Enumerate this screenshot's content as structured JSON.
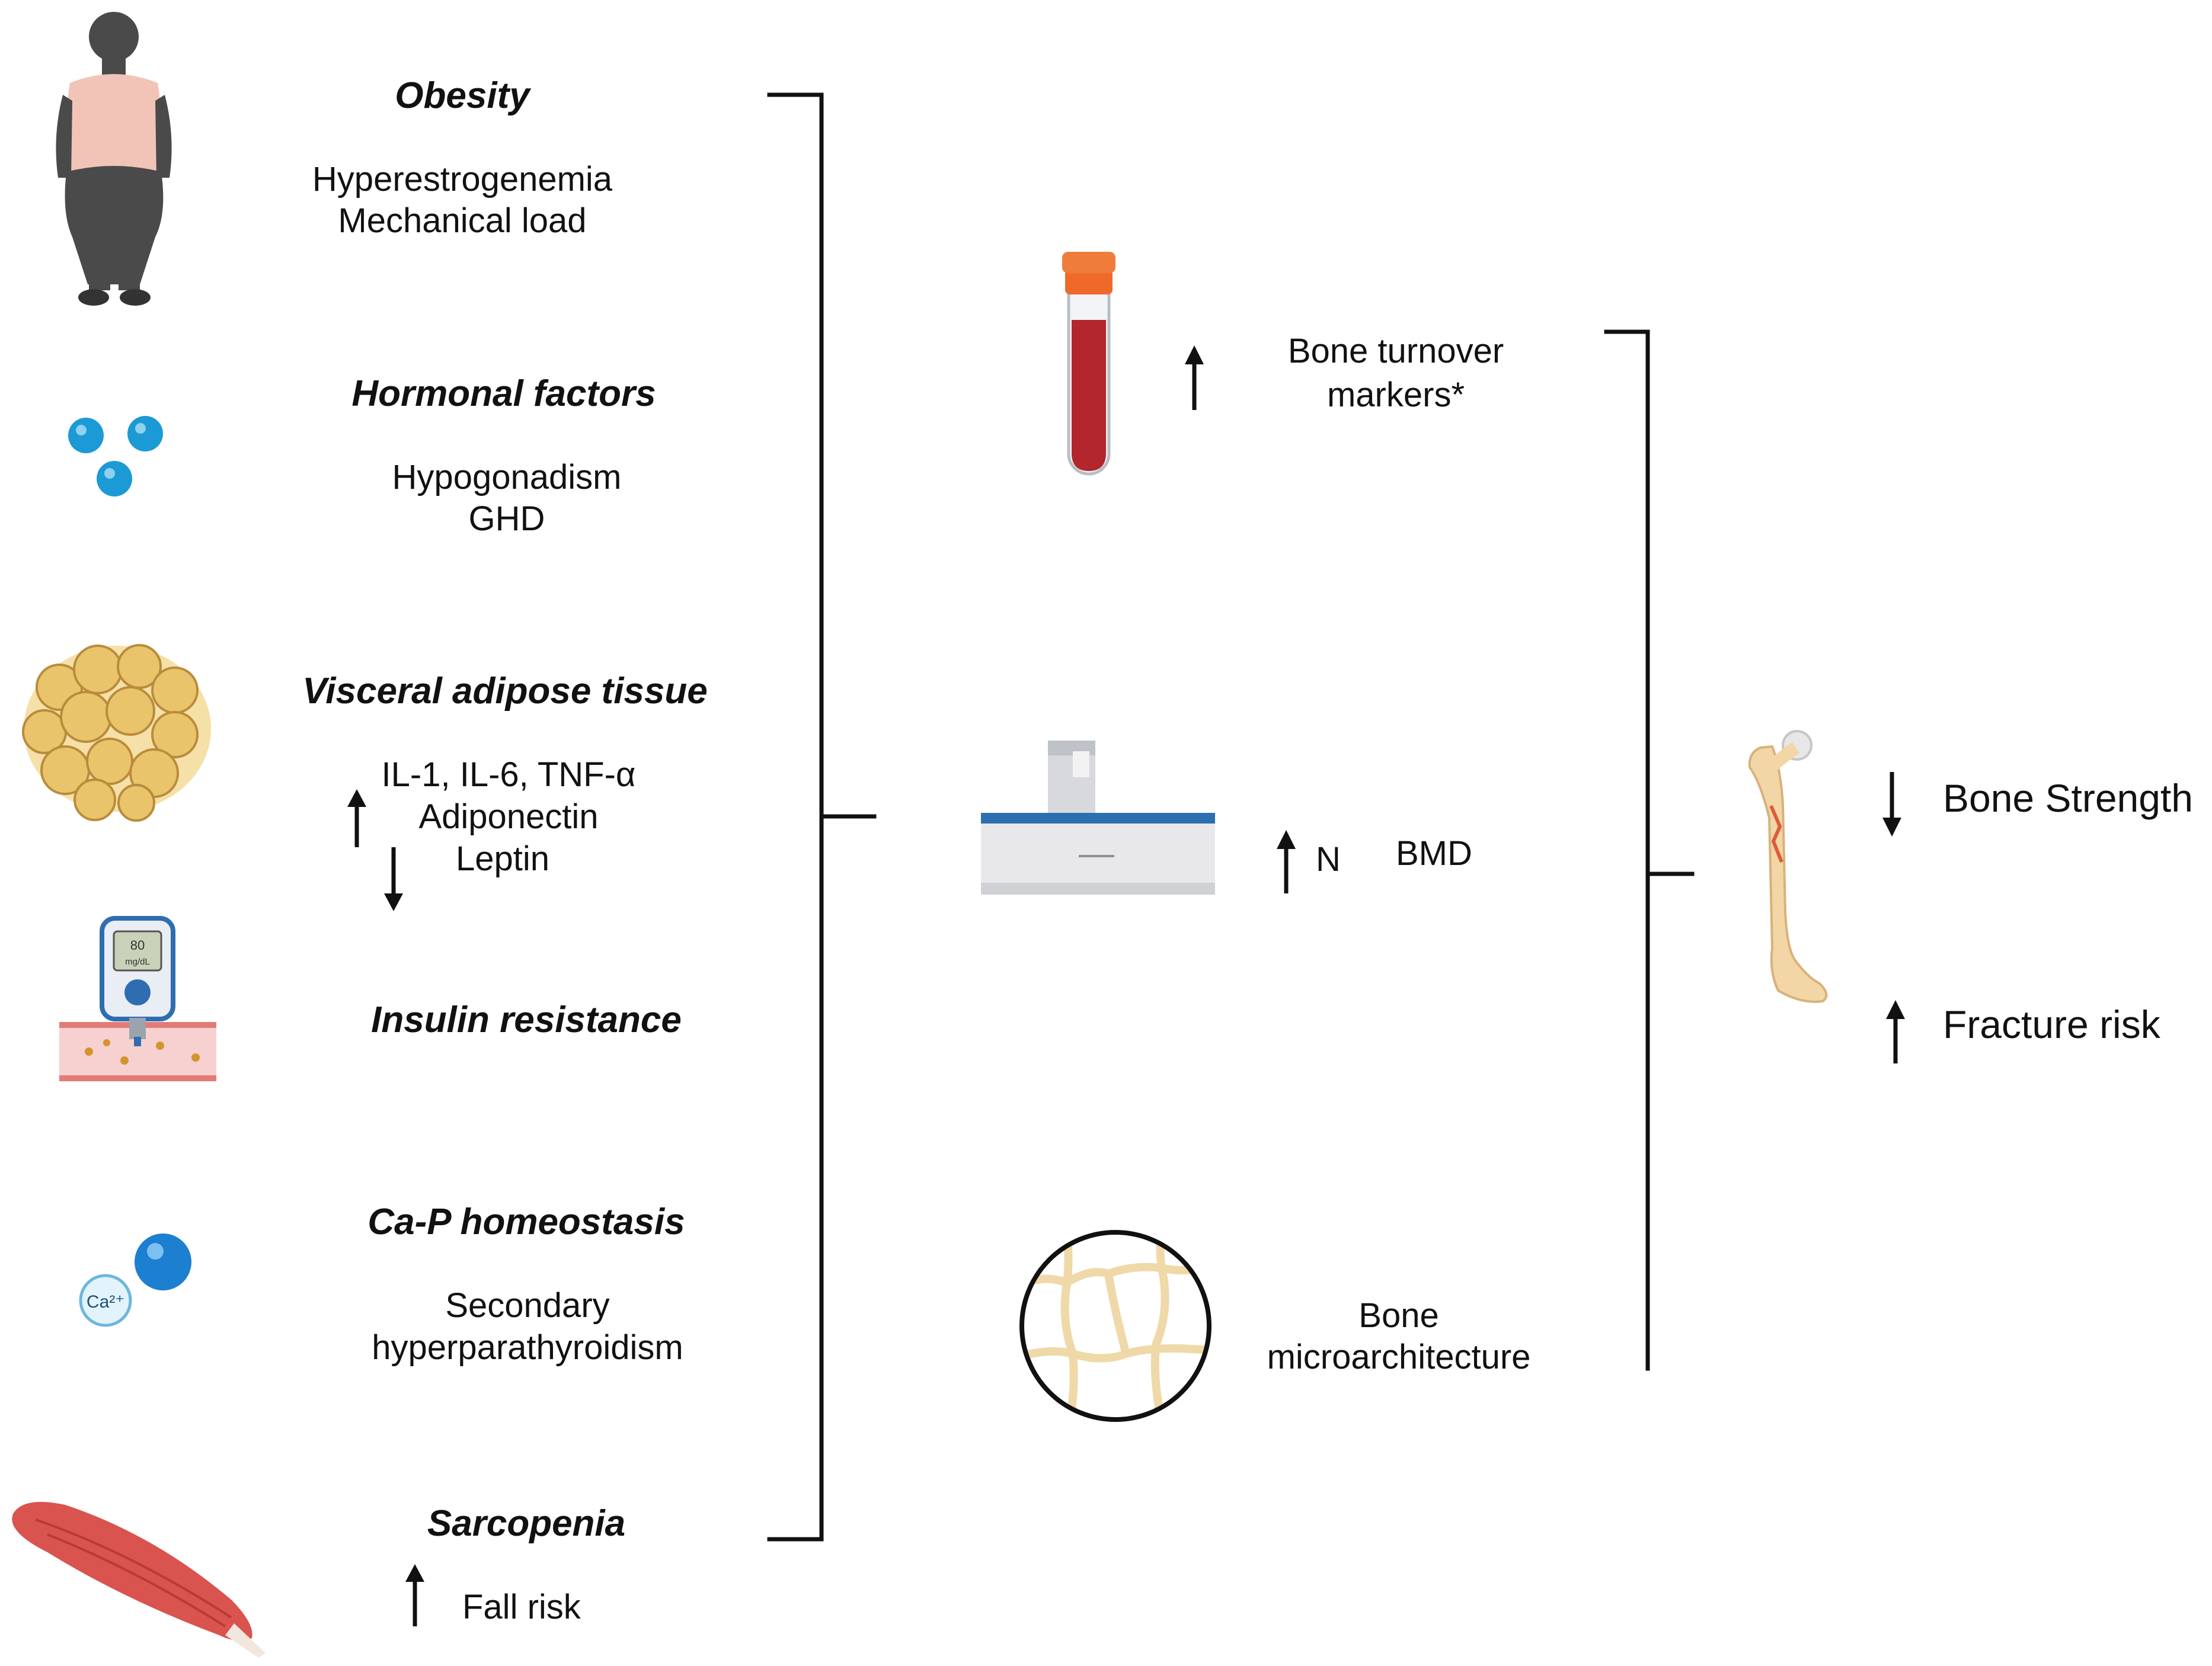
{
  "factors": [
    {
      "title": "Obesity",
      "lines": [
        "Hyperestrogenemia",
        "Mechanical load"
      ]
    },
    {
      "title": "Hormonal factors",
      "lines": [
        "Hypogonadism",
        "GHD"
      ]
    },
    {
      "title": "Visceral adipose tissue",
      "lines": [
        "IL-1, IL-6, TNF-α",
        "Adiponectin",
        "Leptin"
      ]
    },
    {
      "title": "Insulin resistance",
      "lines": []
    },
    {
      "title": "Ca-P homeostasis",
      "lines": [
        "Secondary",
        "hyperparathyroidism"
      ]
    },
    {
      "title": "Sarcopenia",
      "lines": [
        "Fall risk"
      ]
    }
  ],
  "glucometer": {
    "reading": "80",
    "unit": "mg/dL"
  },
  "calcium_label": "Ca²⁺",
  "measures": {
    "turnover": [
      "Bone turnover",
      "markers*"
    ],
    "bmd_n": "N",
    "bmd": "BMD",
    "micro": [
      "Bone",
      "microarchitecture"
    ]
  },
  "outcomes": {
    "strength": "Bone Strength",
    "fracture": "Fracture risk"
  },
  "colors": {
    "skin": "#f2c4b7",
    "body_gray": "#4a4a4a",
    "hormone_blue": "#1c9ad6",
    "fat_yellow": "#e9c46a",
    "blood_red": "#b3262d",
    "cap_orange": "#ef6a2a",
    "muscle_red": "#d9534f",
    "bone_cream": "#f3d6a6",
    "dexa_blue": "#2a6fb0"
  }
}
